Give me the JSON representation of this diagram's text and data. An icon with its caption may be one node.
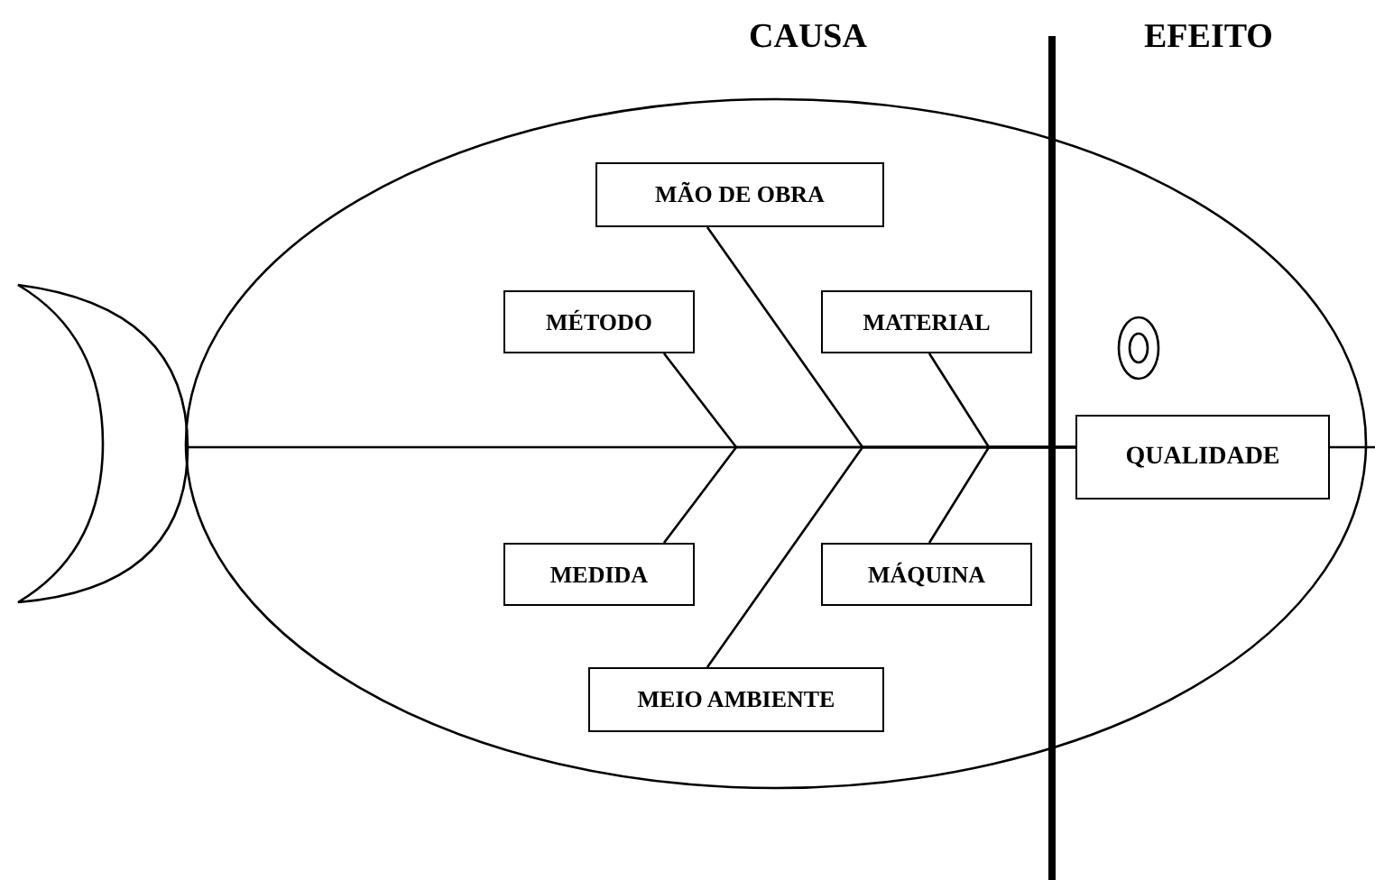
{
  "diagram": {
    "nodes": [
      {
        "text": [
          "MÃO DE OBRA"
        ]
      },
      {
        "text": [
          "MÉTODO"
        ]
      },
      {
        "text": [
          "MATERIAL"
        ]
      },
      {
        "text": [
          "MEDIDA"
        ]
      },
      {
        "text": [
          "MÁQUINA"
        ]
      },
      {
        "text": [
          "MEIO AMBIENTE"
        ]
      },
      {
        "text": [
          "QUALIDADE"
        ]
      }
    ],
    "edges": [
      {
        "from": 0,
        "to": 6,
        "arrow": "none"
      },
      {
        "from": 1,
        "to": 6,
        "arrow": "none"
      },
      {
        "from": 2,
        "to": 6,
        "arrow": "none"
      },
      {
        "from": 3,
        "to": 6,
        "arrow": "none"
      },
      {
        "from": 4,
        "to": 6,
        "arrow": "none"
      },
      {
        "from": 5,
        "to": 6,
        "arrow": "none"
      }
    ],
    "labels": [
      "CAUSA",
      "EFEITO"
    ]
  }
}
